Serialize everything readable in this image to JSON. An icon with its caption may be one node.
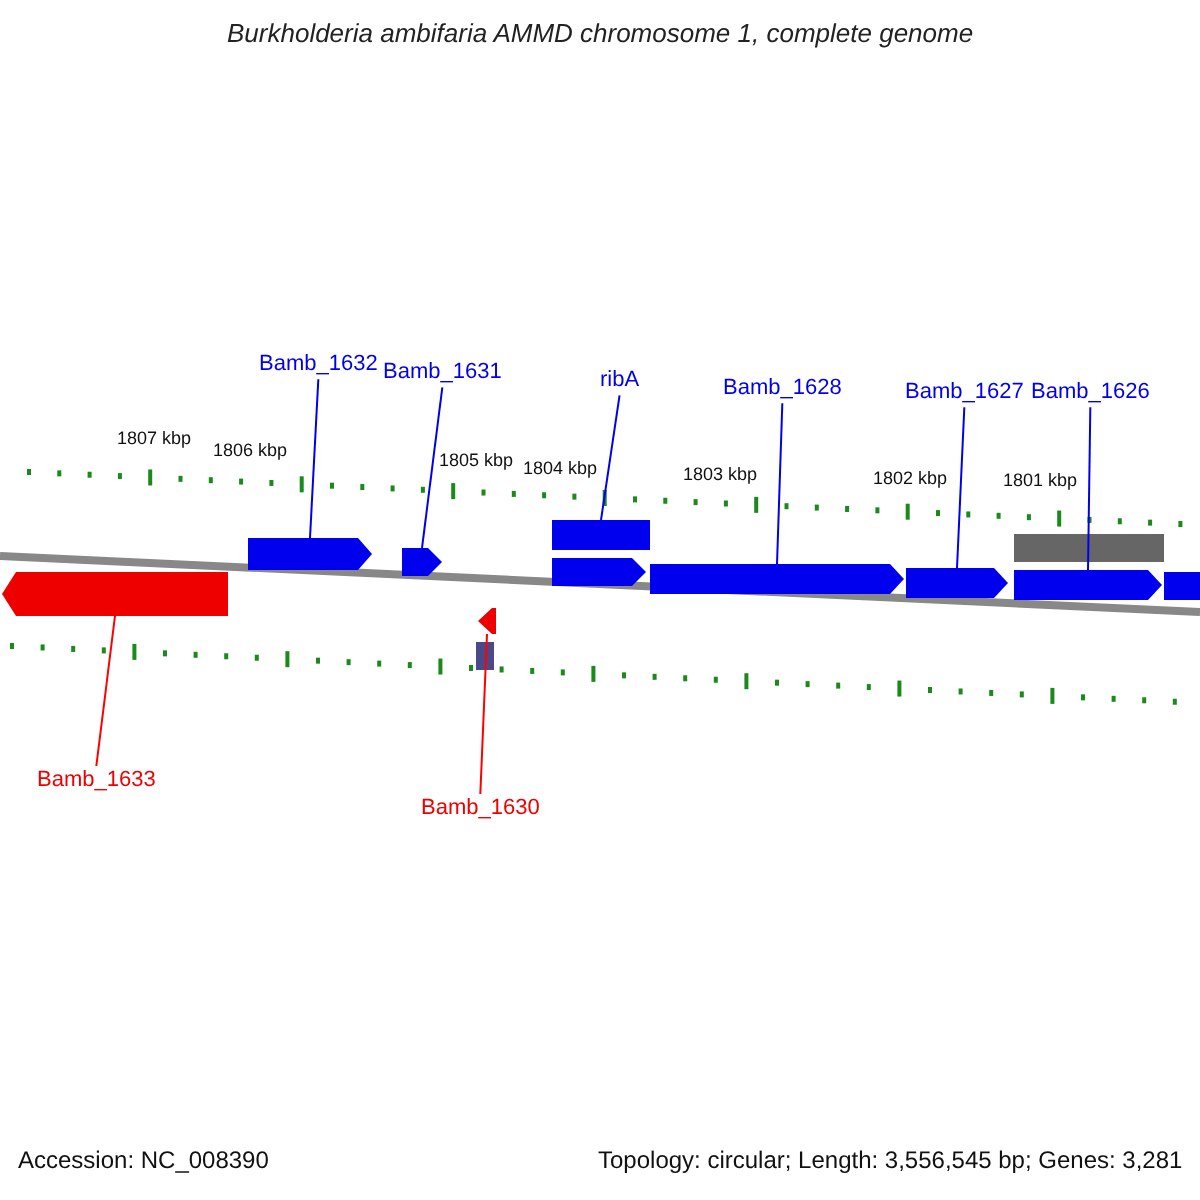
{
  "diagram": {
    "title": "Burkholderia ambifaria AMMD chromosome 1, complete genome",
    "nodes": [
      {
        "text": [
          "Bamb_1632"
        ]
      },
      {
        "text": [],
        "shape": "bar"
      },
      {
        "text": [
          "Bamb_1631"
        ]
      },
      {
        "text": [],
        "shape": "bar"
      },
      {
        "text": [
          "ribA"
        ]
      },
      {
        "text": [],
        "shape": "box"
      },
      {
        "text": [
          "Bamb_1628"
        ]
      },
      {
        "text": [],
        "shape": "bar"
      },
      {
        "text": [
          "Bamb_1627"
        ]
      },
      {
        "text": [],
        "shape": "bar"
      },
      {
        "text": [
          "Bamb_1626"
        ]
      },
      {
        "text": [],
        "shape": "bar"
      },
      {
        "text": [
          "Bamb_1633"
        ]
      },
      {
        "text": [],
        "shape": "bar"
      },
      {
        "text": [
          "Bamb_1630"
        ]
      },
      {
        "text": [],
        "shape": "bar"
      },
      {
        "text": [],
        "shape": "bar"
      },
      {
        "text": [],
        "shape": "box"
      },
      {
        "text": [],
        "shape": "bar"
      },
      {
        "text": [],
        "shape": "box"
      }
    ],
    "edges": [
      {
        "from": 0,
        "to": 1,
        "arrow": "none"
      },
      {
        "from": 2,
        "to": 3,
        "arrow": "none"
      },
      {
        "from": 4,
        "to": 5,
        "arrow": "none"
      },
      {
        "from": 6,
        "to": 7,
        "arrow": "none"
      },
      {
        "from": 8,
        "to": 9,
        "arrow": "none"
      },
      {
        "from": 10,
        "to": 11,
        "arrow": "none"
      },
      {
        "from": 12,
        "to": 13,
        "arrow": "none",
        "color": "#ff0000"
      },
      {
        "from": 14,
        "to": 15,
        "arrow": "none",
        "color": "#ff0000"
      }
    ],
    "labels": [
      "1807 kbp",
      "1806 kbp",
      "1805 kbp",
      "1804 kbp",
      "1803 kbp",
      "1802 kbp",
      "1801 kbp",
      "Accession: NC_008390",
      "Topology: circular; Length: 3,556,545 bp; Genes: 3,281"
    ]
  }
}
